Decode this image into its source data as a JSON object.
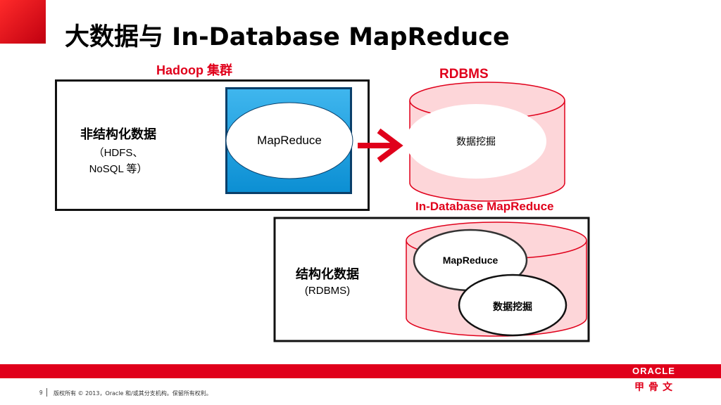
{
  "slide": {
    "title": "大数据与 In-Database MapReduce",
    "hadoop_label": "Hadoop 集群",
    "rdbms_label": "RDBMS",
    "indb_label": "In-Database MapReduce",
    "unstructured": {
      "line1": "非结构化数据",
      "line2": "（HDFS、",
      "line3": "NoSQL 等）"
    },
    "mapreduce_hadoop": "MapReduce",
    "rdbms_mining": "数据挖掘",
    "structured": {
      "line1": "结构化数据",
      "line2": "(RDBMS)"
    },
    "indb_mapreduce": "MapReduce",
    "indb_mining": "数据挖掘"
  },
  "footer": {
    "page_number": "9",
    "copyright": "版权所有 © 2013，Oracle 和/或其分支机构。保留所有权利。",
    "logo_text": "ORACLE",
    "logo_cn": "甲骨文"
  },
  "colors": {
    "accent_red": "#e0001b",
    "cylinder_fill": "#fdd6d9",
    "cylinder_stroke": "#e0001b",
    "blue_box": "#1aa3e0"
  }
}
